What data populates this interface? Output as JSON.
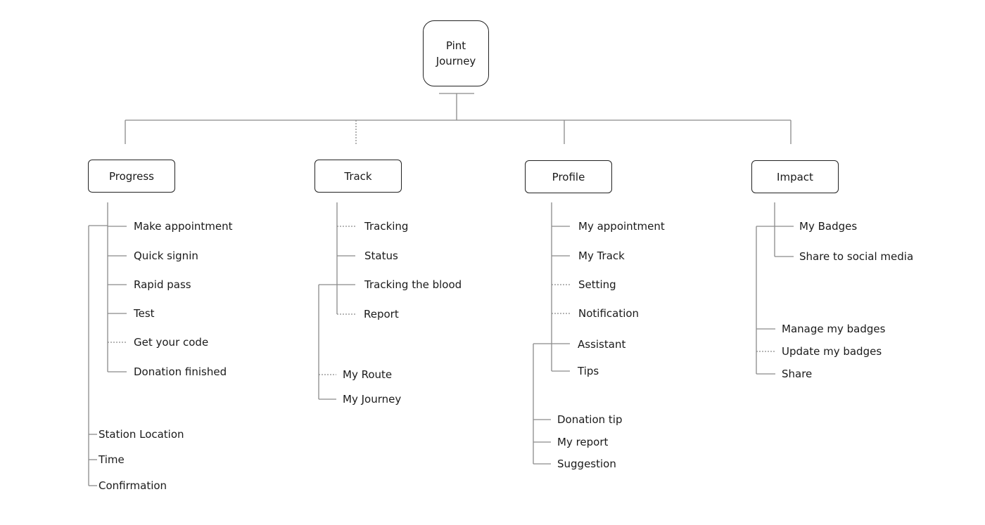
{
  "root": {
    "line1": "Pint",
    "line2": "Journey"
  },
  "categories": [
    {
      "label": "Progress",
      "items": [
        "Make appointment",
        "Quick signin",
        "Rapid pass",
        "Test",
        "Get your code",
        "Donation finished"
      ],
      "sub_items": [
        "Station Location",
        "Time",
        "Confirmation"
      ]
    },
    {
      "label": "Track",
      "items": [
        "Tracking",
        "Status",
        "Tracking the blood",
        "Report"
      ],
      "sub_items": [
        "My Route",
        "My Journey"
      ]
    },
    {
      "label": "Profile",
      "items": [
        "My appointment",
        "My Track",
        "Setting",
        "Notification",
        "Assistant",
        "Tips"
      ],
      "sub_items": [
        "Donation tip",
        "My report",
        "Suggestion"
      ]
    },
    {
      "label": "Impact",
      "items": [
        "My Badges",
        "Share to social media"
      ],
      "sub_items": [
        "Manage my badges",
        "Update my badges",
        "Share"
      ]
    }
  ]
}
